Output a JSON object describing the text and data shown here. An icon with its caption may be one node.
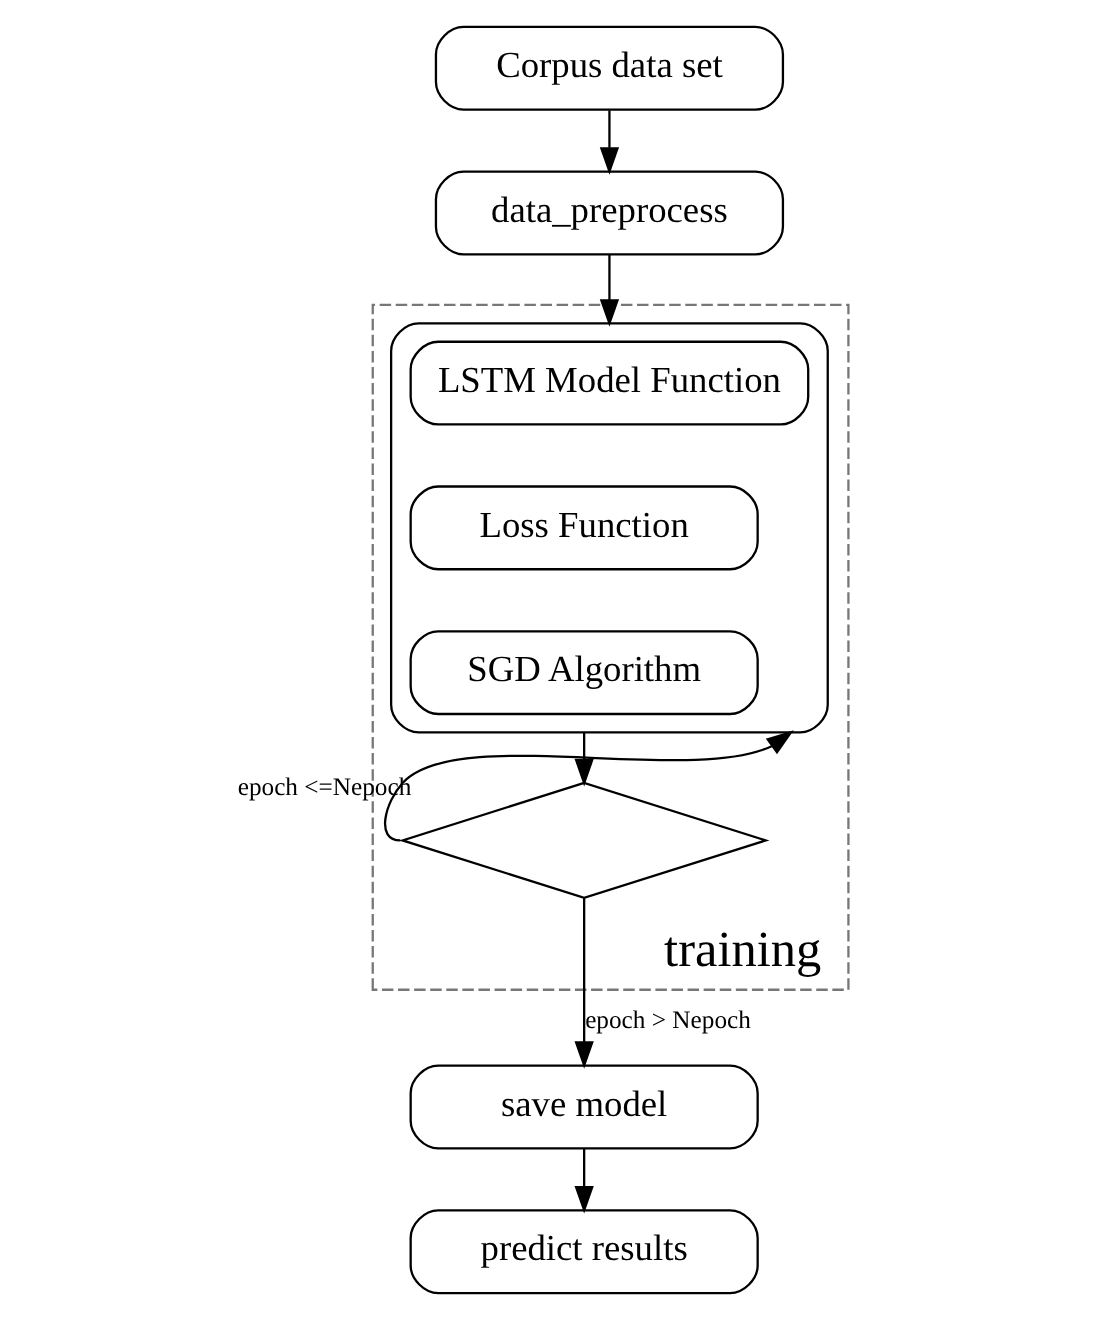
{
  "diagram": {
    "nodes": [
      {
        "text": [
          "Corpus data set"
        ]
      },
      {
        "text": [
          "data_preprocess"
        ]
      },
      {
        "text": [
          "training"
        ]
      },
      {
        "text": [],
        "shape": "box",
        "in": 2
      },
      {
        "text": [
          "LSTM Model Function"
        ],
        "in": 3
      },
      {
        "text": [
          "Loss Function"
        ],
        "in": 3
      },
      {
        "text": [
          "SGD Algorithm"
        ],
        "in": 3
      },
      {
        "text": [],
        "shape": "diamond",
        "in": 2
      },
      {
        "text": [
          "save model"
        ]
      },
      {
        "text": [
          "predict results"
        ]
      }
    ],
    "edges": [
      {
        "from": 0,
        "to": 1,
        "arrow": "to"
      },
      {
        "from": 1,
        "to": 3,
        "arrow": "to"
      },
      {
        "from": 3,
        "to": 7,
        "arrow": "to"
      },
      {
        "from": 7,
        "to": 3,
        "arrow": "to",
        "label": "epoch <=Nepoch"
      },
      {
        "from": 7,
        "to": 8,
        "arrow": "to",
        "label": "epoch > Nepoch"
      },
      {
        "from": 8,
        "to": 9,
        "arrow": "to"
      }
    ]
  }
}
